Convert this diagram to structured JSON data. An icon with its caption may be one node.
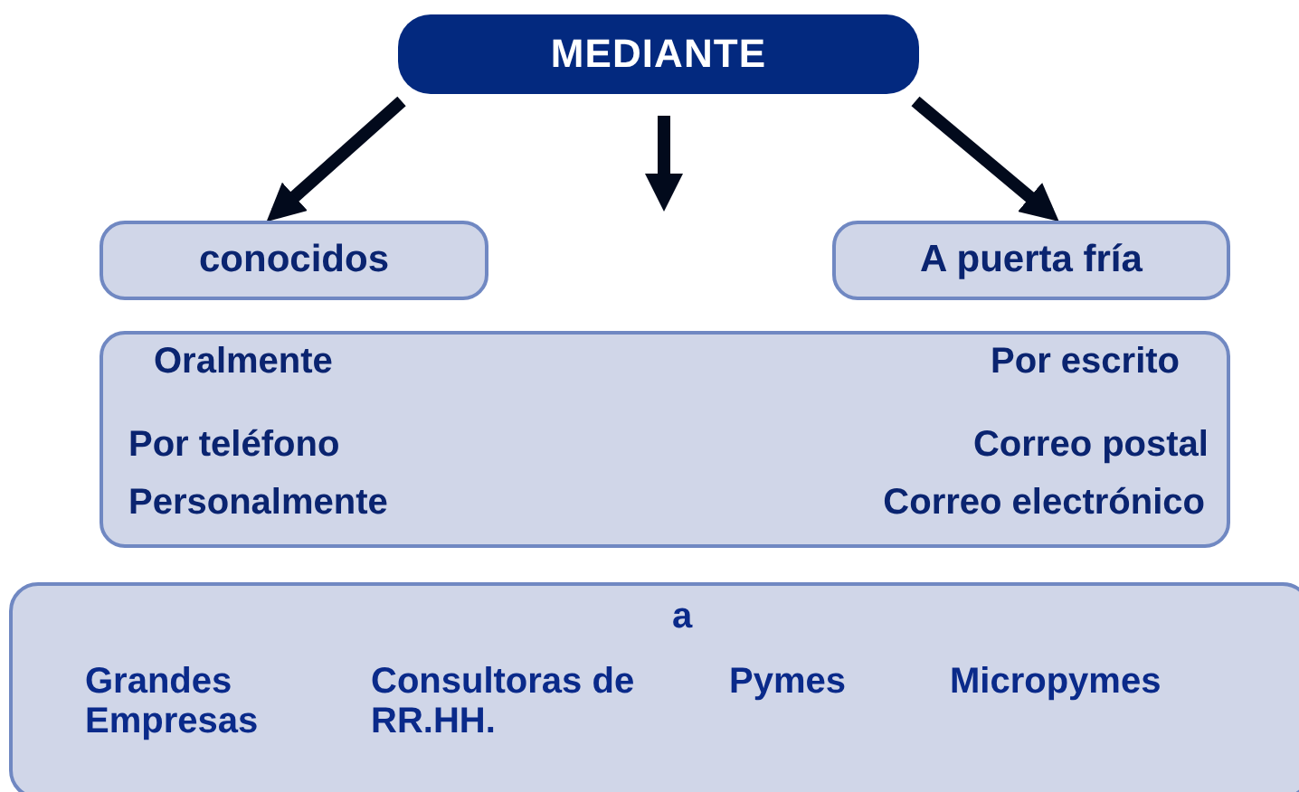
{
  "diagram": {
    "nodes": [
      {
        "text": [
          "MEDIANTE"
        ]
      },
      {
        "text": [
          "conocidos"
        ]
      },
      {
        "text": [
          "A puerta fría"
        ]
      },
      {
        "text": [
          "Oralmente",
          "Por escrito",
          "Por teléfono",
          "Personalmente",
          "Correo postal",
          "Correo electrónico"
        ]
      },
      {
        "text": [
          "a",
          "Grandes Empresas",
          "Consultoras de RR.HH.",
          "Pymes",
          "Micropymes"
        ]
      }
    ],
    "edges": [
      {
        "from": 0,
        "to": 1,
        "arrow": "to"
      },
      {
        "from": 0,
        "to": null,
        "arrow": "to"
      },
      {
        "from": 0,
        "to": 2,
        "arrow": "to"
      }
    ]
  }
}
